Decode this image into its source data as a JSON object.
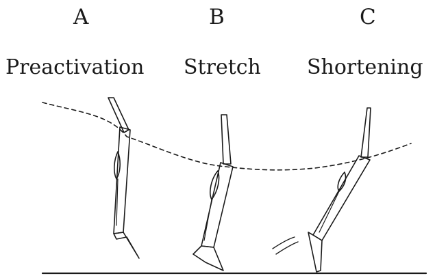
{
  "panels": [
    {
      "letter": "A",
      "phase": "Preactivation"
    },
    {
      "letter": "B",
      "phase": "Stretch"
    },
    {
      "letter": "C",
      "phase": "Shortening"
    }
  ],
  "colors": {
    "ink": "#1a1a1a",
    "background": "#ffffff"
  }
}
